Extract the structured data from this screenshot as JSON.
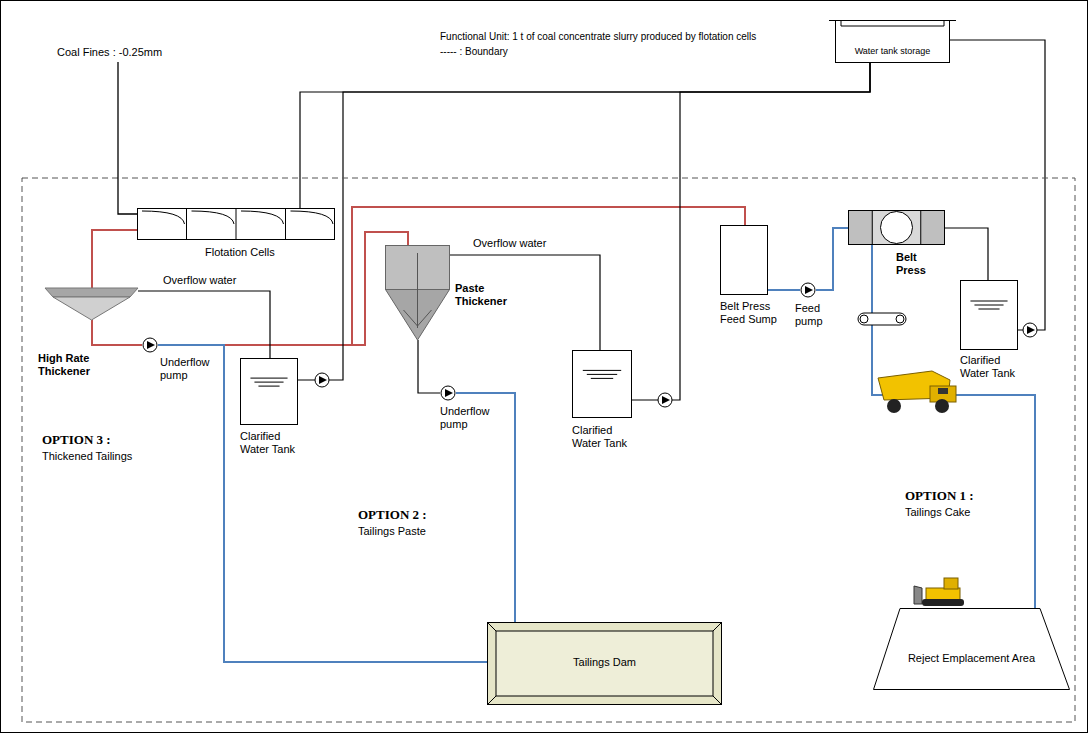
{
  "diagram": {
    "nodes": [
      {
        "text": [
          "Flotation Cells"
        ]
      },
      {
        "text": [
          "Water tank storage"
        ]
      },
      {
        "text": [
          "High Rate Thickener"
        ]
      },
      {
        "text": [
          "Underflow pump"
        ]
      },
      {
        "text": [
          "Clarified Water Tank"
        ]
      },
      {
        "text": [
          "Paste Thickener"
        ]
      },
      {
        "text": [
          "Underflow pump"
        ]
      },
      {
        "text": [
          "Clarified Water Tank"
        ]
      },
      {
        "text": [
          "Belt Press Feed Sump"
        ]
      },
      {
        "text": [
          "Feed pump"
        ]
      },
      {
        "text": [
          "Belt Press"
        ]
      },
      {
        "text": [
          "Clarified Water Tank"
        ]
      },
      {
        "text": [
          "Tailings Dam"
        ]
      },
      {
        "text": [
          "Reject Emplacement Area"
        ]
      }
    ],
    "edges": [
      {
        "from": 0,
        "to": 2,
        "arrow": "none"
      },
      {
        "from": 2,
        "to": 3,
        "arrow": "none"
      },
      {
        "from": 3,
        "to": 5,
        "arrow": "none"
      },
      {
        "from": 3,
        "to": 8,
        "arrow": "none"
      },
      {
        "from": 3,
        "to": 12,
        "arrow": "none"
      },
      {
        "from": 2,
        "to": 4,
        "label": "Overflow water",
        "arrow": "none"
      },
      {
        "from": 4,
        "to": 1,
        "arrow": "none"
      },
      {
        "from": 1,
        "to": 0,
        "arrow": "none"
      },
      {
        "from": 5,
        "to": 7,
        "label": "Overflow water",
        "arrow": "none"
      },
      {
        "from": 7,
        "to": 1,
        "arrow": "none"
      },
      {
        "from": 5,
        "to": 6,
        "arrow": "none"
      },
      {
        "from": 6,
        "to": 12,
        "arrow": "none"
      },
      {
        "from": 8,
        "to": 9,
        "arrow": "none"
      },
      {
        "from": 9,
        "to": 10,
        "arrow": "none"
      },
      {
        "from": 10,
        "to": 11,
        "arrow": "none"
      },
      {
        "from": 11,
        "to": 1,
        "arrow": "none"
      },
      {
        "from": 10,
        "to": 13,
        "arrow": "none"
      }
    ],
    "labels": [
      "Functional Unit: 1 t of coal concentrate slurry produced by flotation cells",
      "----- : Boundary",
      "Coal Fines : -0.25mm",
      "OPTION 3 :",
      "Thickened Tailings",
      "OPTION 2 :",
      "Tailings Paste",
      "OPTION 1 :",
      "Tailings Cake"
    ]
  }
}
